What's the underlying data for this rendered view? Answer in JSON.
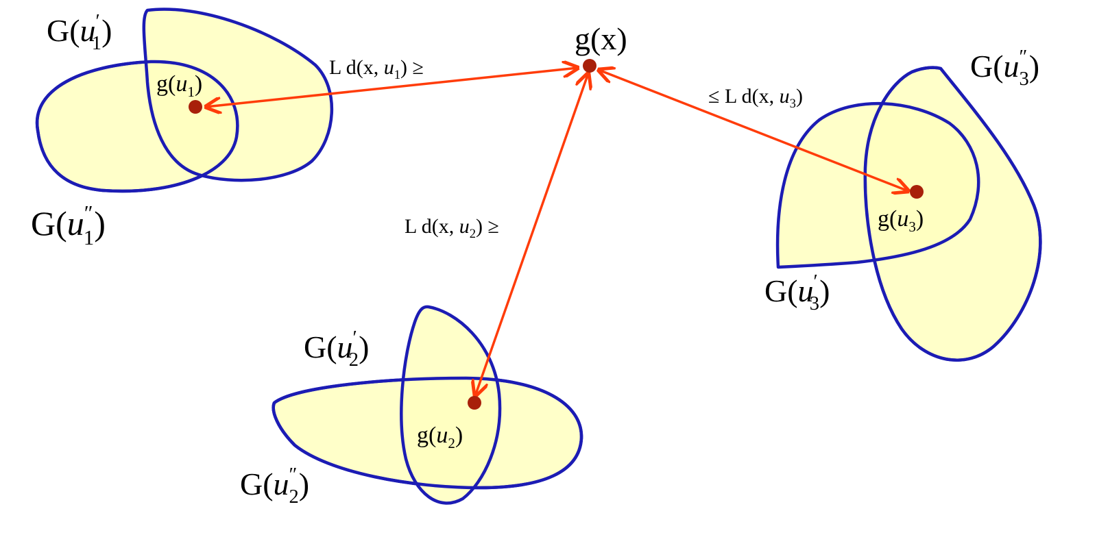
{
  "points": {
    "gx": {
      "label_main": "g(x)"
    },
    "gu1": {
      "pre": "g(",
      "var": "u",
      "sub": "1",
      "post": ")"
    },
    "gu2": {
      "pre": "g(",
      "var": "u",
      "sub": "2",
      "post": ")"
    },
    "gu3": {
      "pre": "g(",
      "var": "u",
      "sub": "3",
      "post": ")"
    }
  },
  "sets": {
    "G_u1p": {
      "pre": "G(",
      "var": "u",
      "prime": "′",
      "sub": "1",
      "post": ")"
    },
    "G_u1pp": {
      "pre": "G(",
      "var": "u",
      "prime": "″",
      "sub": "1",
      "post": ")"
    },
    "G_u2p": {
      "pre": "G(",
      "var": "u",
      "prime": "′",
      "sub": "2",
      "post": ")"
    },
    "G_u2pp": {
      "pre": "G(",
      "var": "u",
      "prime": "″",
      "sub": "2",
      "post": ")"
    },
    "G_u3p": {
      "pre": "G(",
      "var": "u",
      "prime": "′",
      "sub": "3",
      "post": ")"
    },
    "G_u3pp": {
      "pre": "G(",
      "var": "u",
      "prime": "″",
      "sub": "3",
      "post": ")"
    }
  },
  "distances": {
    "d1": {
      "pre": "L d(x, ",
      "var": "u",
      "sub": "1",
      "post": ") ≥"
    },
    "d2": {
      "pre": "L d(x, ",
      "var": "u",
      "sub": "2",
      "post": ") ≥"
    },
    "d3": {
      "pre": "≤ L d(x, ",
      "var": "u",
      "sub": "3",
      "post": ")"
    }
  },
  "colors": {
    "region_fill": "#ffffc0",
    "region_stroke": "#1c1cb4",
    "arrow": "#ff3c0a",
    "point": "#a8200a"
  }
}
